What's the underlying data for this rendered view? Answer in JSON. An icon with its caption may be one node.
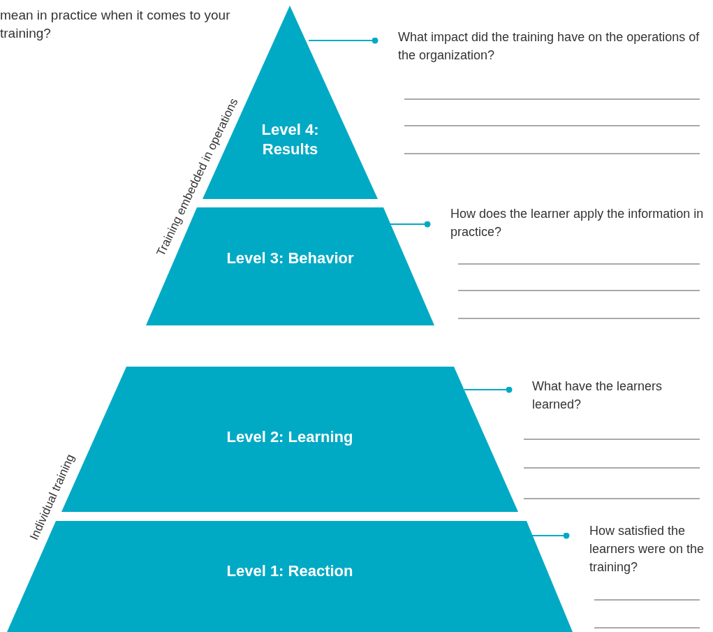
{
  "diagram": {
    "nodes": [
      {
        "text": [
          "Level 4: Results"
        ]
      },
      {
        "text": [
          "Level 3: Behavior"
        ]
      },
      {
        "text": [
          "Level 2: Learning"
        ]
      },
      {
        "text": [
          "Level 1: Reaction"
        ]
      },
      {
        "text": [
          "What impact did the training have on the operations of the organization?"
        ]
      },
      {
        "text": [
          "How does the learner apply the information in practice?"
        ]
      },
      {
        "text": [
          "What have the learners learned?"
        ]
      },
      {
        "text": [
          "How satisfied the learners were on the training?"
        ]
      }
    ],
    "edges": [
      {
        "from": 0,
        "to": 4,
        "arrow": "other"
      },
      {
        "from": 1,
        "to": 5,
        "arrow": "other"
      },
      {
        "from": 2,
        "to": 6,
        "arrow": "other"
      },
      {
        "from": 3,
        "to": 7,
        "arrow": "other"
      }
    ],
    "labels": [
      "mean in practice when it comes to your training?",
      "Training embedded in operations",
      "Individual training"
    ]
  }
}
